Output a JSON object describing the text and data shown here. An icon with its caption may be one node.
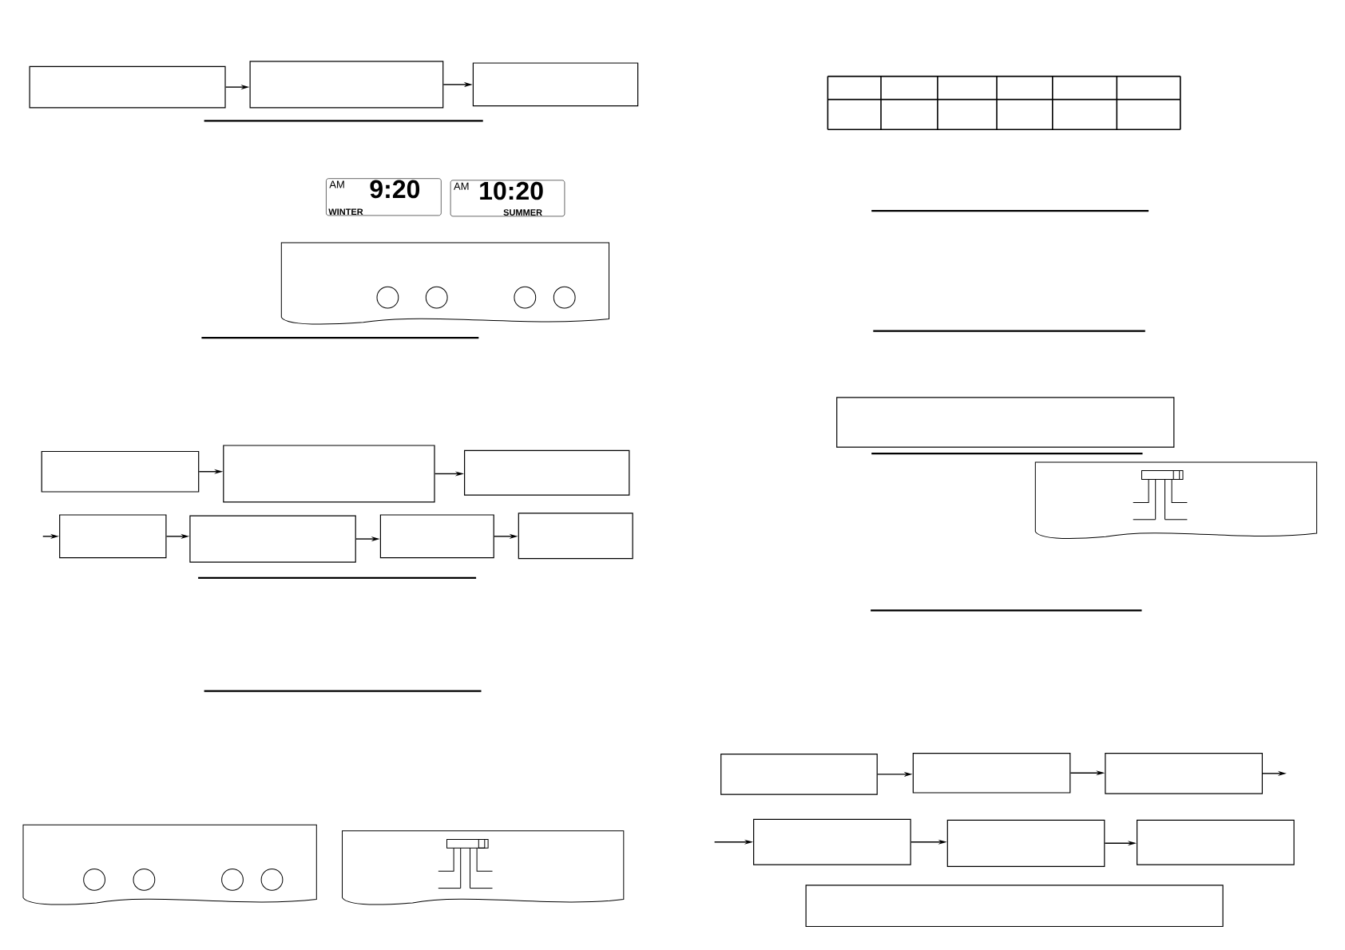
{
  "diagram": {
    "nodes": [
      {
        "text": [],
        "shape": "box"
      },
      {
        "text": [],
        "shape": "box"
      },
      {
        "text": [],
        "shape": "box"
      },
      {
        "text": [
          "AM",
          "9:20",
          "WINTER"
        ]
      },
      {
        "text": [
          "AM",
          "10:20",
          "SUMMER"
        ]
      },
      {
        "text": [],
        "shape": "box"
      },
      {
        "text": [],
        "shape": "box"
      },
      {
        "text": [],
        "shape": "box"
      },
      {
        "text": [],
        "shape": "box"
      },
      {
        "text": [],
        "shape": "box"
      },
      {
        "text": [],
        "shape": "box"
      },
      {
        "text": [],
        "shape": "box"
      },
      {
        "text": [],
        "shape": "box"
      },
      {
        "text": [],
        "shape": "box"
      },
      {
        "text": [],
        "shape": "box"
      },
      {
        "text": [],
        "shape": "box"
      },
      {
        "text": [],
        "shape": "box"
      },
      {
        "text": [],
        "shape": "box"
      },
      {
        "text": [],
        "shape": "box"
      },
      {
        "text": [],
        "shape": "box"
      }
    ],
    "edges": [
      {
        "from": 0,
        "to": 1,
        "arrow": "to"
      },
      {
        "from": 1,
        "to": 2,
        "arrow": "to"
      },
      {
        "from": 5,
        "to": 6,
        "arrow": "to"
      },
      {
        "from": 6,
        "to": 7,
        "arrow": "to"
      },
      {
        "from": null,
        "to": 8,
        "arrow": "to"
      },
      {
        "from": 8,
        "to": 9,
        "arrow": "to"
      },
      {
        "from": 9,
        "to": 10,
        "arrow": "to"
      },
      {
        "from": 10,
        "to": 11,
        "arrow": "to"
      },
      {
        "from": 13,
        "to": 14,
        "arrow": "to"
      },
      {
        "from": 14,
        "to": 15,
        "arrow": "to"
      },
      {
        "from": 15,
        "to": null,
        "arrow": "to"
      },
      {
        "from": null,
        "to": 16,
        "arrow": "to"
      },
      {
        "from": 16,
        "to": 17,
        "arrow": "to"
      },
      {
        "from": 17,
        "to": 18,
        "arrow": "to"
      }
    ]
  }
}
